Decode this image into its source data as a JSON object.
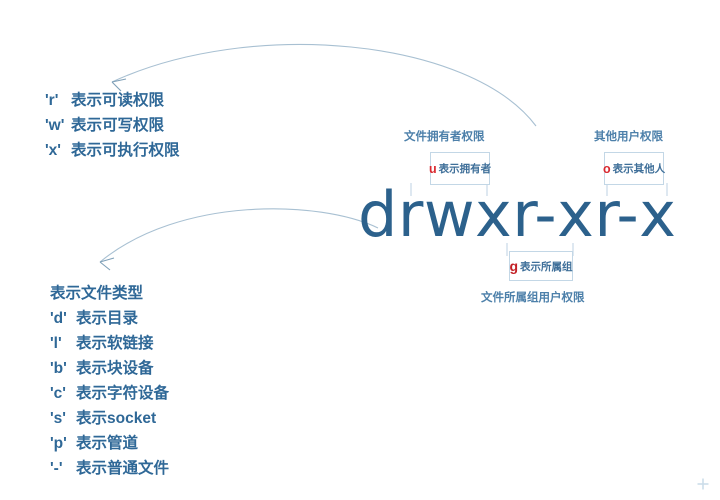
{
  "diagram": {
    "permission_string": "drwxr-xr-x",
    "permission_legend": {
      "rows": [
        {
          "key": "'r'",
          "desc": "表示可读权限"
        },
        {
          "key": "'w'",
          "desc": "表示可写权限"
        },
        {
          "key": "'x'",
          "desc": "表示可执行权限"
        }
      ]
    },
    "filetype_legend": {
      "heading": "表示文件类型",
      "rows": [
        {
          "key": "'d'",
          "desc": "表示目录"
        },
        {
          "key": "'l'",
          "desc": "表示软链接"
        },
        {
          "key": "'b'",
          "desc": "表示块设备"
        },
        {
          "key": "'c'",
          "desc": "表示字符设备"
        },
        {
          "key": "'s'",
          "desc": "表示socket"
        },
        {
          "key": "'p'",
          "desc": "表示管道"
        },
        {
          "key": "'-'",
          "desc": "表示普通文件"
        }
      ]
    },
    "callouts": {
      "owner": {
        "label": "文件拥有者权限",
        "glyph": "u",
        "glyph_color": "#d9282f",
        "text": "表示拥有者"
      },
      "other": {
        "label": "其他用户权限",
        "glyph": "o",
        "glyph_color": "#d9282f",
        "text": "表示其他人"
      },
      "group": {
        "label": "文件所属组用户权限",
        "glyph": "g",
        "glyph_color": "#c32026",
        "text": "表示所属组"
      }
    },
    "colors": {
      "text_blue": "#2f6897",
      "string_blue": "#2c618c",
      "line_blue": "#9fb9cc",
      "box_border": "#c3d7e6",
      "accent_red": "#d9282f"
    },
    "icons": {
      "plus": "plus-icon"
    }
  }
}
